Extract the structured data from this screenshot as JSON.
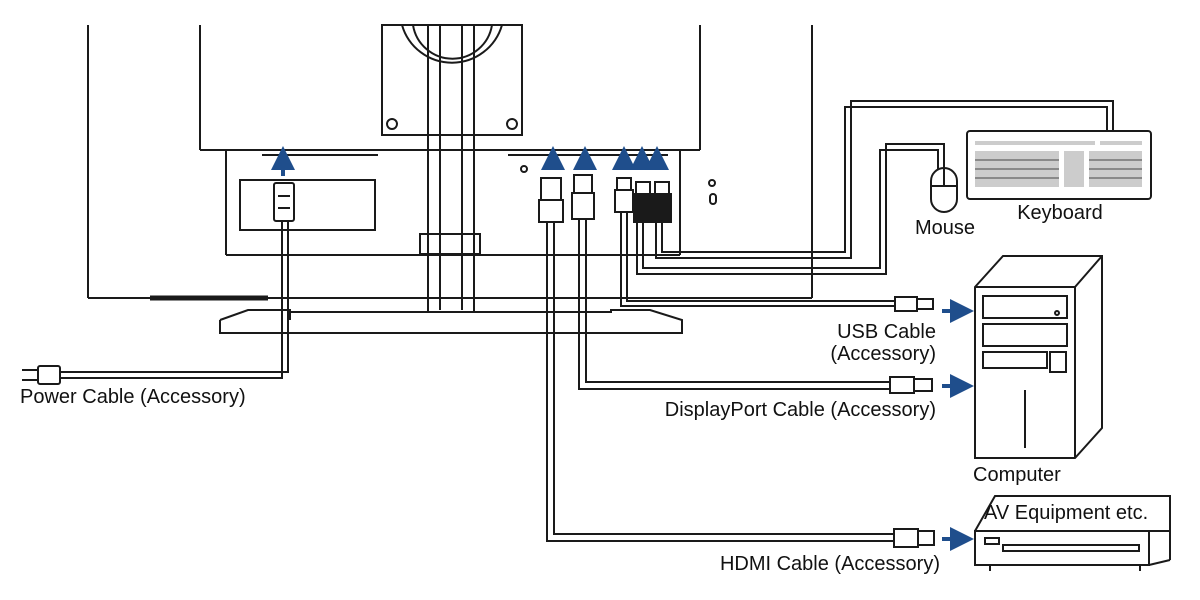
{
  "labels": {
    "power_cable": "Power Cable (Accessory)",
    "usb_cable_line1": "USB Cable",
    "usb_cable_line2": "(Accessory)",
    "displayport_cable": "DisplayPort Cable (Accessory)",
    "hdmi_cable": "HDMI Cable (Accessory)",
    "mouse": "Mouse",
    "keyboard": "Keyboard",
    "computer": "Computer",
    "av_equipment": "AV Equipment etc."
  },
  "colors": {
    "line": "#1a1a1a",
    "arrow": "#1f4e8c",
    "label": "#111111"
  },
  "icons": [
    "power-plug-icon",
    "usb-plug-icon",
    "displayport-plug-icon",
    "hdmi-plug-icon",
    "mouse-icon",
    "keyboard-icon",
    "computer-tower-icon",
    "av-equipment-icon",
    "connection-arrow-icon"
  ]
}
